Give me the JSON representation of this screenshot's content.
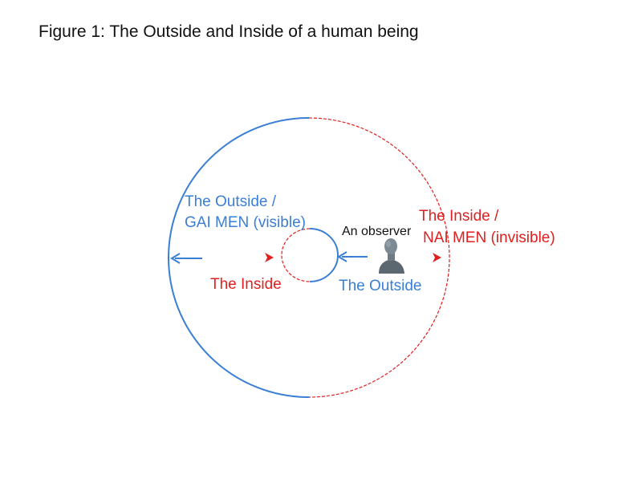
{
  "figure": {
    "title": "Figure 1: The Outside and Inside of a human being"
  },
  "labels": {
    "outside_big_line1": "The Outside /",
    "outside_big_line2": "GAI MEN (visible)",
    "inside_big_line1": "The Inside /",
    "inside_big_line2": "NAI MEN (invisible)",
    "observer": "An observer",
    "inside_small": "The Inside",
    "outside_small": "The Outside"
  },
  "colors": {
    "blue": "#3a7fd5",
    "red": "#e02020",
    "text": "#111111",
    "observer_figure": "#6a7780"
  },
  "icons": {
    "observer": "bust-figure-icon",
    "arrow_left": "arrow-left-icon",
    "arrowhead_right": "arrowhead-right-icon"
  }
}
